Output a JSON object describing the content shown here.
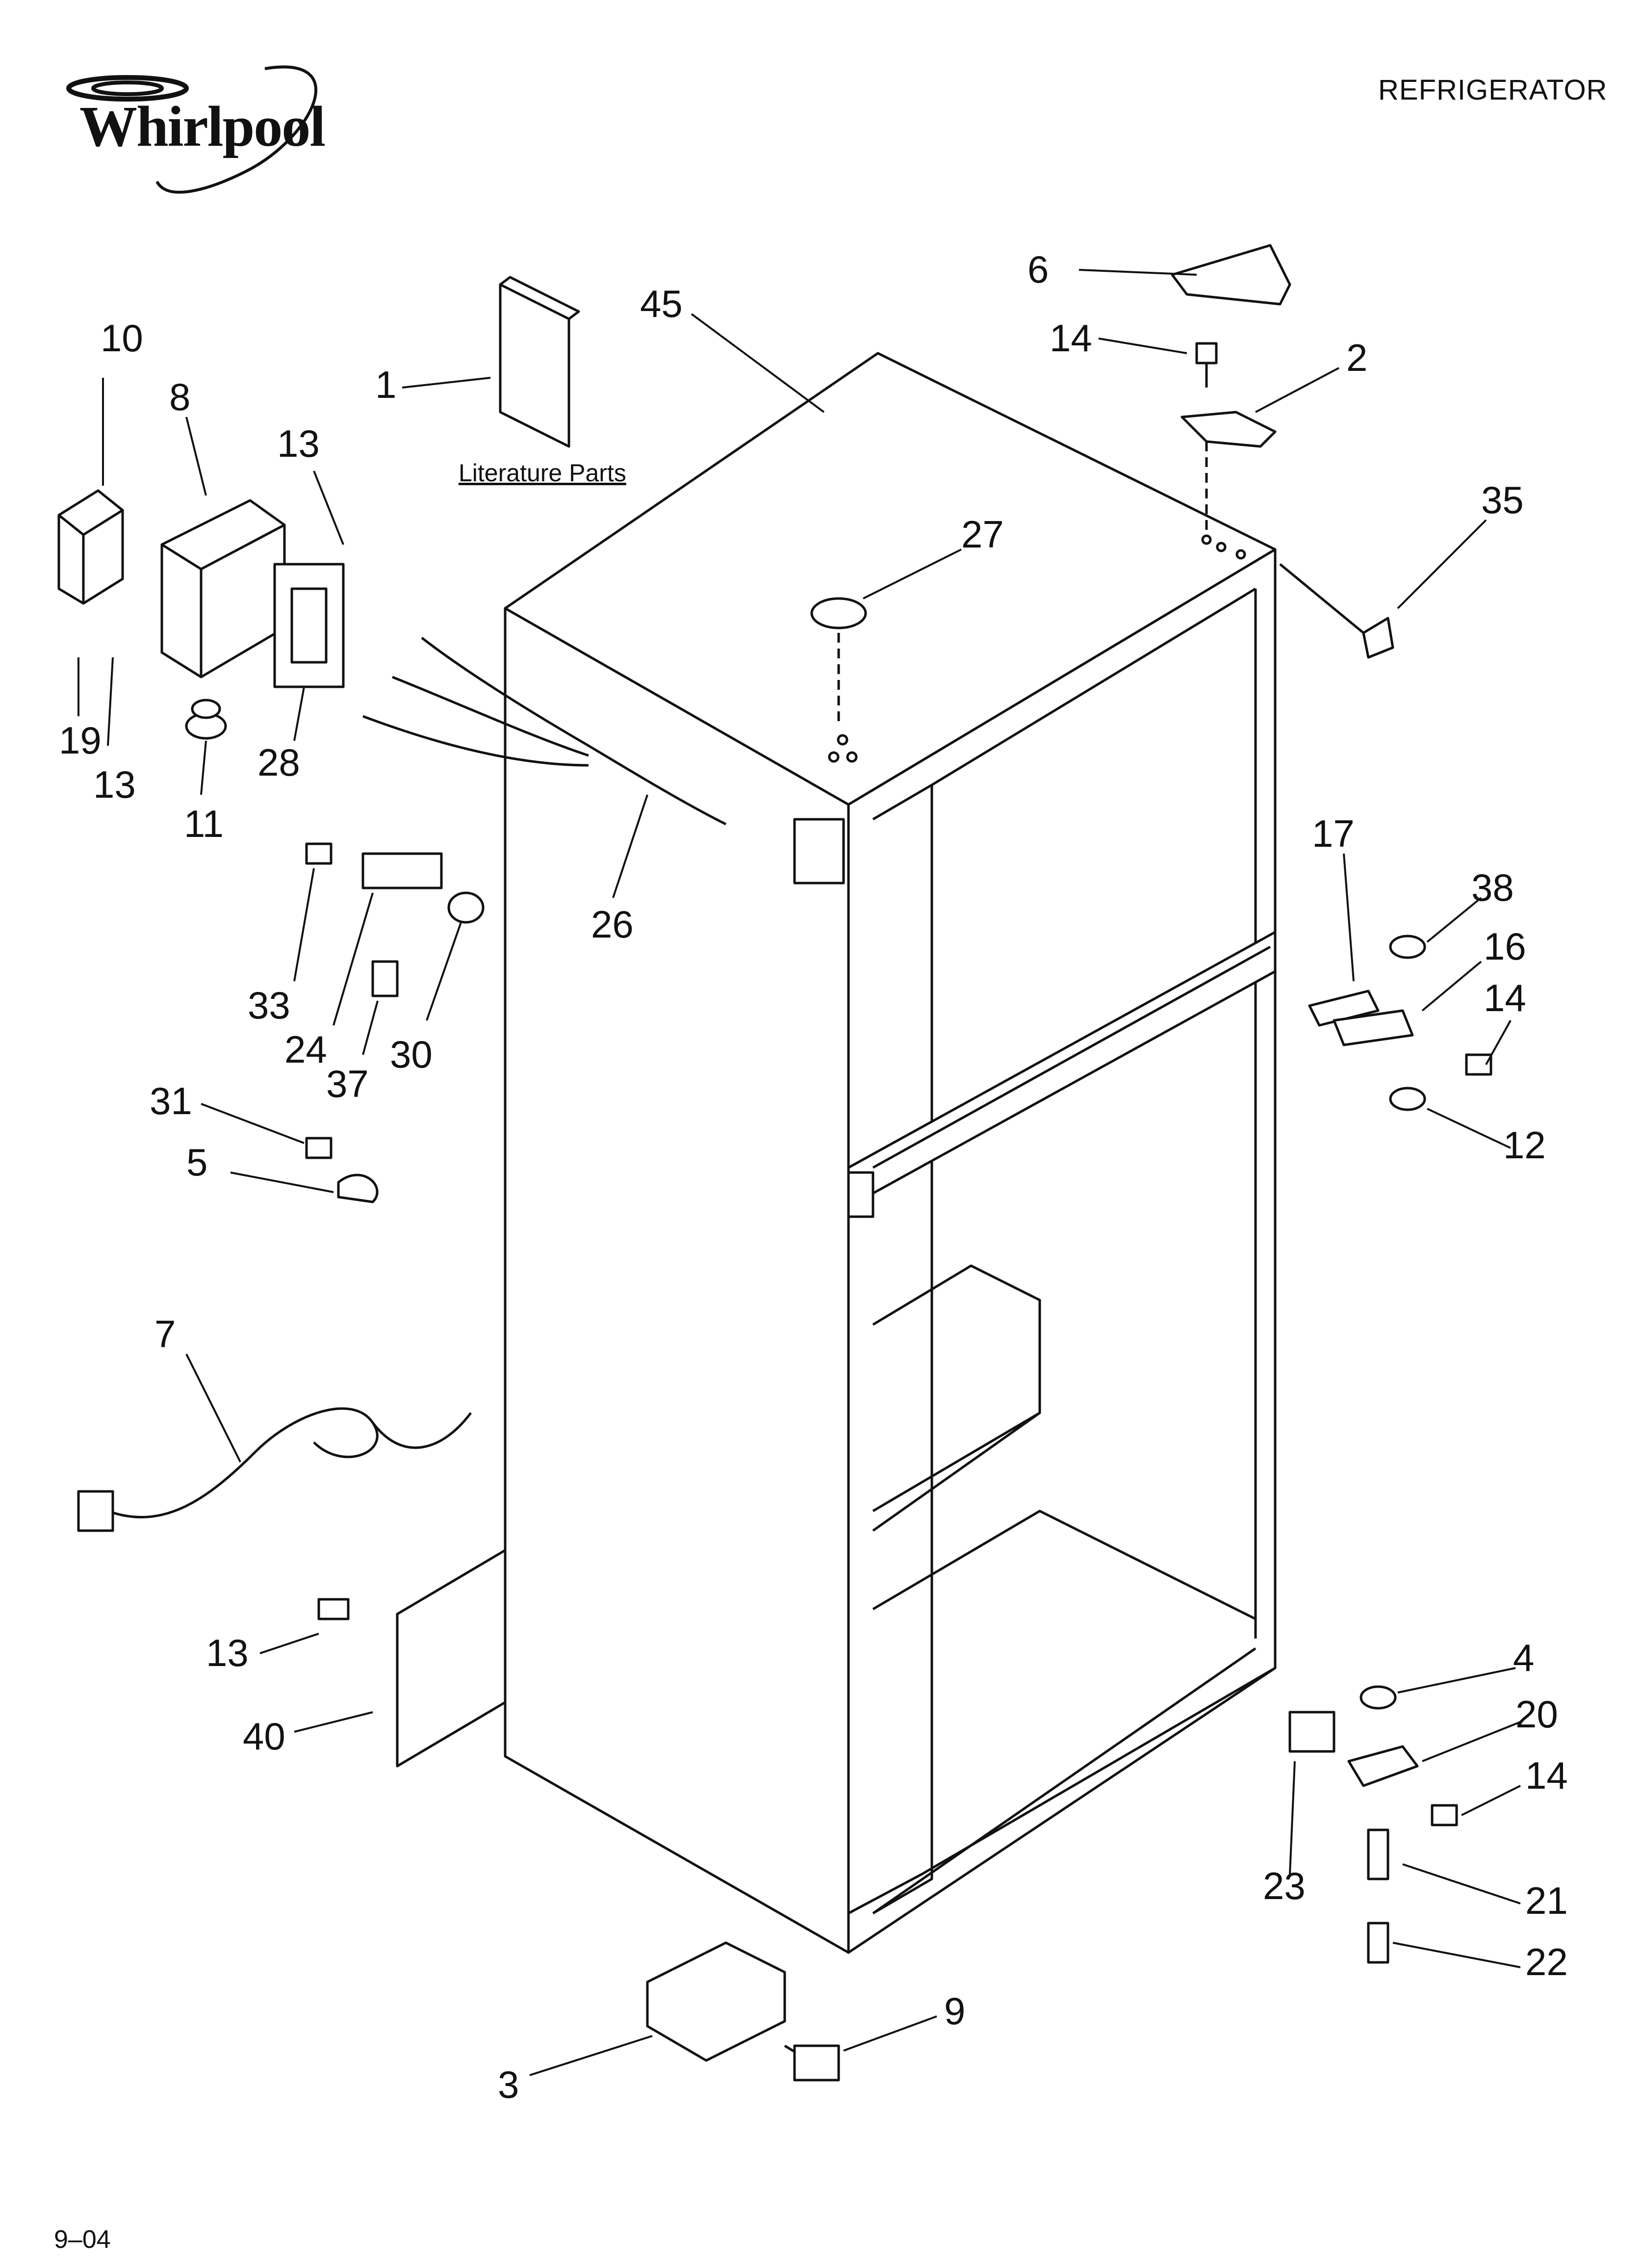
{
  "header": {
    "title": "REFRIGERATOR",
    "brand": "Whirlpool"
  },
  "footer": {
    "date_code": "9–04"
  },
  "literature_label": "Literature Parts",
  "callouts": [
    {
      "id": "c10",
      "text": "10"
    },
    {
      "id": "c8",
      "text": "8"
    },
    {
      "id": "c13a",
      "text": "13"
    },
    {
      "id": "c1",
      "text": "1"
    },
    {
      "id": "c45",
      "text": "45"
    },
    {
      "id": "c6",
      "text": "6"
    },
    {
      "id": "c14a",
      "text": "14"
    },
    {
      "id": "c2",
      "text": "2"
    },
    {
      "id": "c35",
      "text": "35"
    },
    {
      "id": "c27",
      "text": "27"
    },
    {
      "id": "c19",
      "text": "19"
    },
    {
      "id": "c13b",
      "text": "13"
    },
    {
      "id": "c28",
      "text": "28"
    },
    {
      "id": "c11",
      "text": "11"
    },
    {
      "id": "c26",
      "text": "26"
    },
    {
      "id": "c33",
      "text": "33"
    },
    {
      "id": "c24",
      "text": "24"
    },
    {
      "id": "c37",
      "text": "37"
    },
    {
      "id": "c30",
      "text": "30"
    },
    {
      "id": "c31",
      "text": "31"
    },
    {
      "id": "c5",
      "text": "5"
    },
    {
      "id": "c17",
      "text": "17"
    },
    {
      "id": "c38",
      "text": "38"
    },
    {
      "id": "c16",
      "text": "16"
    },
    {
      "id": "c14b",
      "text": "14"
    },
    {
      "id": "c12",
      "text": "12"
    },
    {
      "id": "c7",
      "text": "7"
    },
    {
      "id": "c13c",
      "text": "13"
    },
    {
      "id": "c40",
      "text": "40"
    },
    {
      "id": "c4",
      "text": "4"
    },
    {
      "id": "c20",
      "text": "20"
    },
    {
      "id": "c14c",
      "text": "14"
    },
    {
      "id": "c23",
      "text": "23"
    },
    {
      "id": "c21",
      "text": "21"
    },
    {
      "id": "c22",
      "text": "22"
    },
    {
      "id": "c3",
      "text": "3"
    },
    {
      "id": "c9",
      "text": "9"
    }
  ],
  "colors": {
    "ink": "#111111",
    "shade": "#d8d8d8",
    "paper": "#ffffff"
  }
}
